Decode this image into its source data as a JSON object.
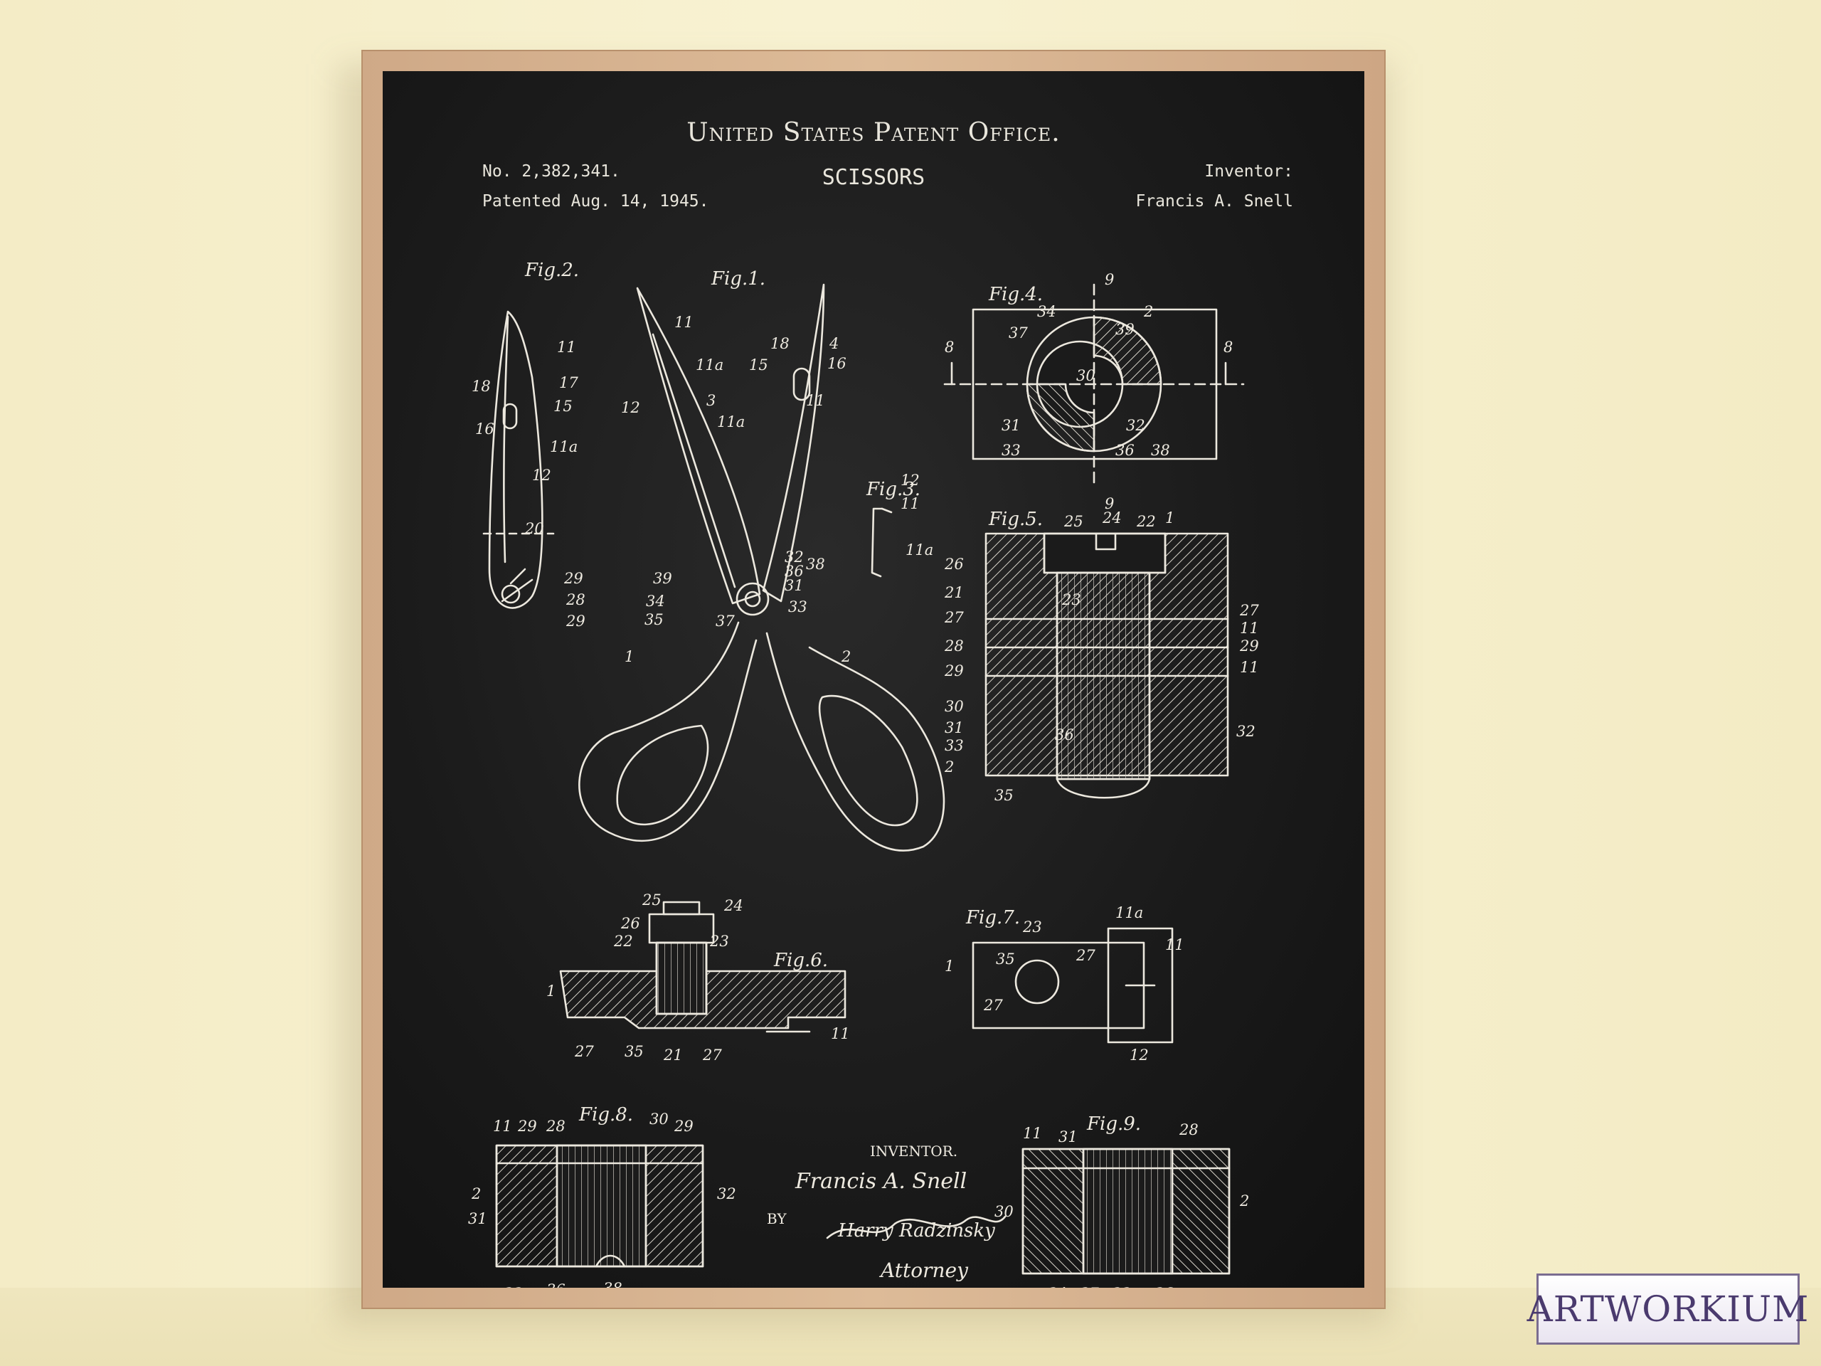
{
  "patent": {
    "office": "United States Patent Office.",
    "number": "No. 2,382,341.",
    "date": "Patented Aug. 14, 1945.",
    "title": "SCISSORS",
    "inventor_label": "Inventor:",
    "inventor_name": "Francis A. Snell"
  },
  "figures": {
    "fig1": "Fig.1.",
    "fig2": "Fig.2.",
    "fig3": "Fig.3.",
    "fig4": "Fig.4.",
    "fig5": "Fig.5.",
    "fig6": "Fig.6.",
    "fig7": "Fig.7.",
    "fig8": "Fig.8.",
    "fig9": "Fig.9."
  },
  "signature": {
    "inventor_caption": "INVENTOR.",
    "inventor_sig": "Francis A. Snell",
    "by": "BY",
    "attorney_sig": "Harry Radzinsky",
    "attorney": "Attorney"
  },
  "watermark": "ARTWORKIUM",
  "colors": {
    "board": "#1b1b1b",
    "chalk": "#e9e6dc",
    "frame": "#d6b492",
    "wall": "#f6efcc"
  }
}
